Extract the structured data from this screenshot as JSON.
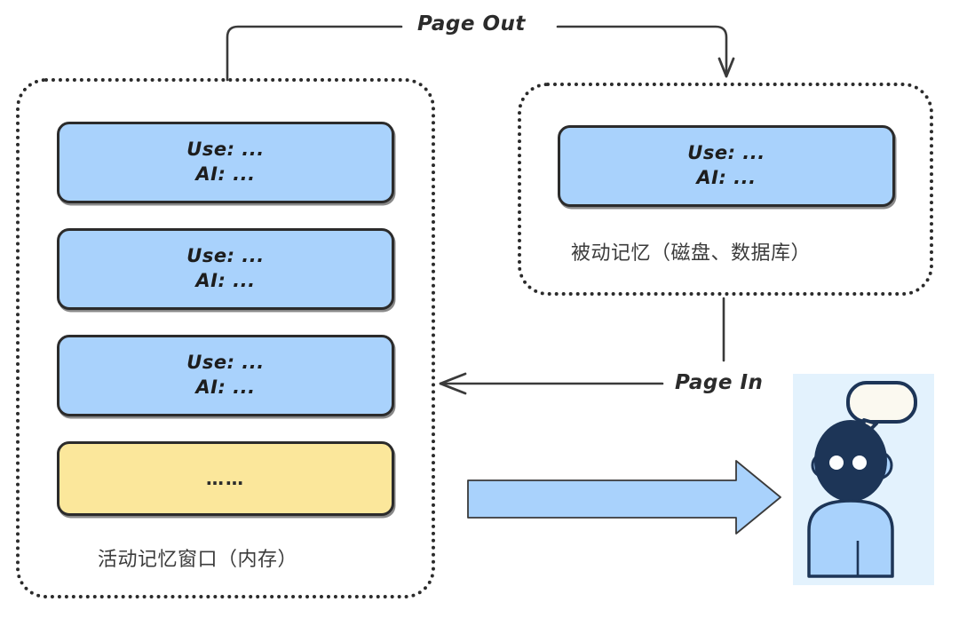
{
  "diagram": {
    "title": "AI Memory Paging Diagram",
    "colors": {
      "card_blue": "#a9d2fc",
      "card_yellow": "#fbe79b",
      "stroke": "#2b2b2b",
      "avatar_bg": "#e3f2fd",
      "avatar_head": "#1d3557",
      "avatar_body": "#a9d2fc",
      "bubble": "#fbf9f0",
      "block_arrow": "#a9d2fc"
    }
  },
  "active_memory": {
    "caption": "活动记忆窗口（内存）",
    "cards": [
      {
        "line1": "Use: ...",
        "line2": "AI: ...",
        "color": "blue"
      },
      {
        "line1": "Use: ...",
        "line2": "AI: ...",
        "color": "blue"
      },
      {
        "line1": "Use: ...",
        "line2": "AI: ...",
        "color": "blue"
      },
      {
        "dots": "……",
        "color": "yellow"
      }
    ]
  },
  "passive_memory": {
    "caption": "被动记忆（磁盘、数据库）",
    "cards": [
      {
        "line1": "Use: ...",
        "line2": "AI: ...",
        "color": "blue"
      }
    ]
  },
  "flows": {
    "page_out": "Page Out",
    "page_in": "Page In"
  },
  "avatar": {
    "name": "ai-chatbot-avatar",
    "speech_bubble": "",
    "eyes": 2
  }
}
